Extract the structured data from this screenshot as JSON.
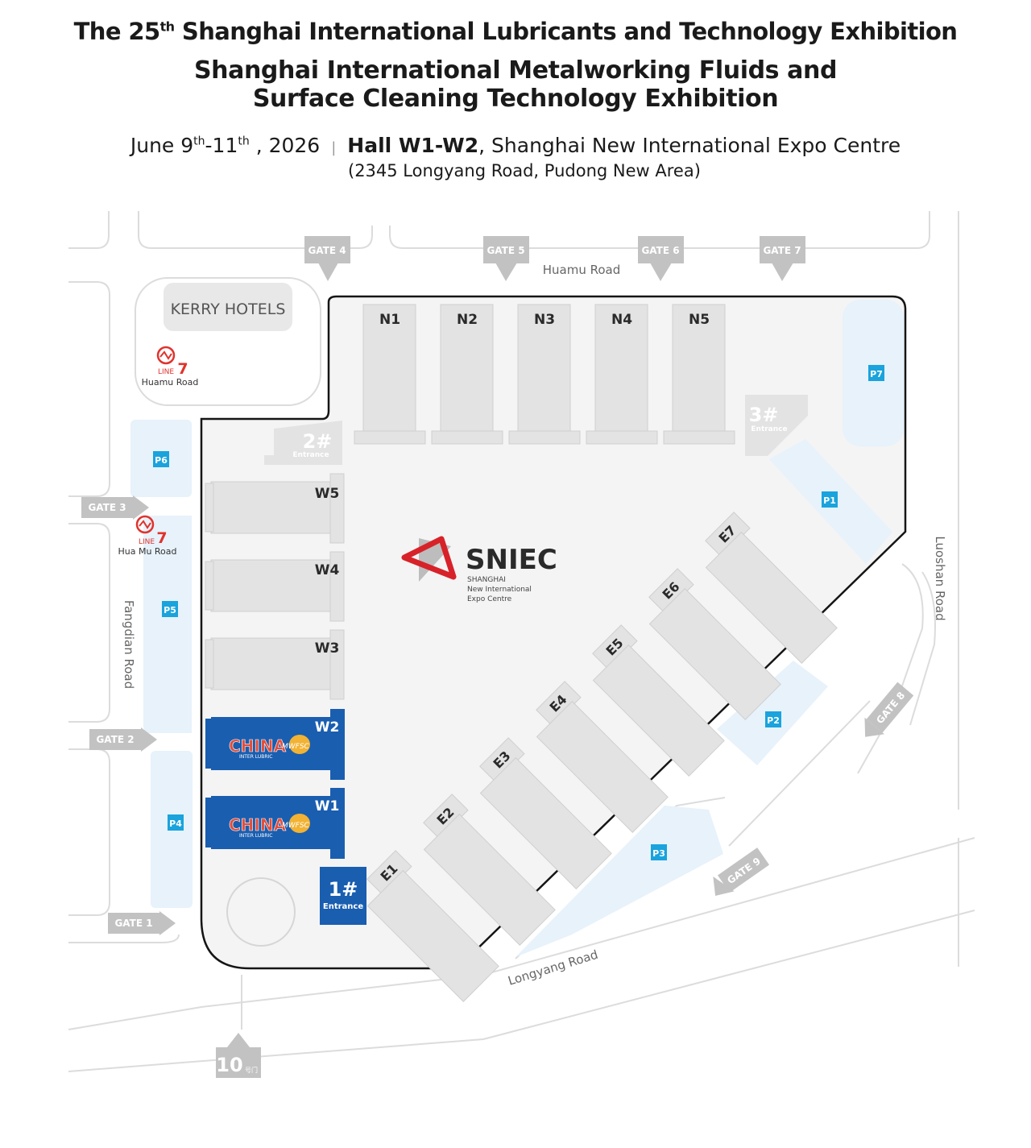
{
  "title": {
    "line1_pre": "The 25",
    "line1_sup": "th",
    "line1_post": " Shanghai International Lubricants and Technology Exhibition",
    "line2": "Shanghai International Metalworking Fluids and",
    "line3": "Surface Cleaning Technology Exhibition"
  },
  "date": {
    "pre": "June 9",
    "sup1": "th",
    "mid": "-11",
    "sup2": "th",
    "post": " , 2026",
    "separator": "|",
    "hall": "Hall W1-W2",
    "venue": ", Shanghai New International Expo Centre",
    "address": "(2345 Longyang Road, Pudong New Area)"
  },
  "map": {
    "roads": {
      "north": "Huamu Road",
      "west": "Fangdian Road",
      "east": "Luoshan Road",
      "south": "Longyang Road"
    },
    "gates": [
      "GATE 1",
      "GATE 2",
      "GATE 3",
      "GATE 4",
      "GATE 5",
      "GATE 6",
      "GATE 7",
      "GATE 8",
      "GATE 9"
    ],
    "gate_10": {
      "number": "10",
      "suffix": "号门"
    },
    "kerry": "KERRY HOTELS",
    "metro": [
      {
        "line": "LINE",
        "num": "7",
        "station": "Huamu Road"
      },
      {
        "line": "LINE",
        "num": "7",
        "station": "Hua Mu Road"
      }
    ],
    "halls_north": [
      "N1",
      "N2",
      "N3",
      "N4",
      "N5"
    ],
    "halls_west": [
      "W5",
      "W4",
      "W3",
      "W2",
      "W1"
    ],
    "halls_east": [
      "E1",
      "E2",
      "E3",
      "E4",
      "E5",
      "E6",
      "E7"
    ],
    "entrances": [
      {
        "num": "1#",
        "label": "Entrance"
      },
      {
        "num": "2#",
        "label": "Entrance"
      },
      {
        "num": "3#",
        "label": "Entrance"
      }
    ],
    "parking": [
      "P1",
      "P2",
      "P3",
      "P4",
      "P5",
      "P6",
      "P7"
    ],
    "logo": {
      "name": "SNIEC",
      "sub1": "SHANGHAI",
      "sub2": "New International",
      "sub3": "Expo Centre"
    },
    "exhibitor_logo": {
      "china": "CHINA",
      "inter": "INTER LUBRIC",
      "mwfsc": "MWFSC"
    },
    "colors": {
      "highlight_hall": "#1a5eb0",
      "hall_gray": "#e3e3e3",
      "parking_fill": "#e7f2fb",
      "parking_badge": "#1aa3dc",
      "gate_arrow": "#c2c2c2",
      "metro_red": "#e0332c",
      "logo_red": "#d7222a"
    }
  }
}
